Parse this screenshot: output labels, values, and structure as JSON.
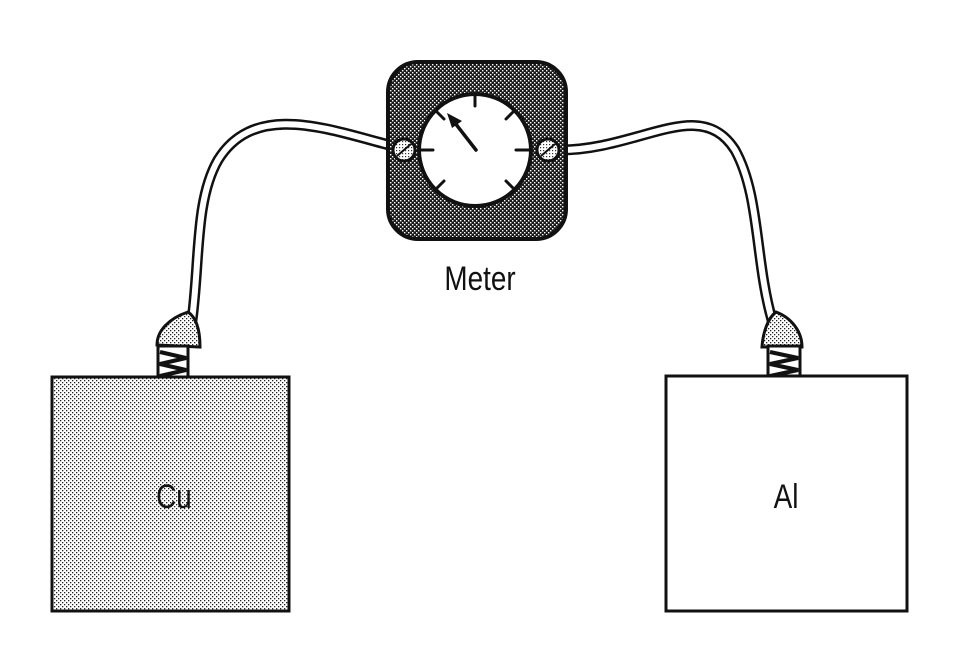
{
  "diagram": {
    "meter_label": "Meter",
    "left_block_label": "Cu",
    "right_block_label": "Al"
  },
  "colors": {
    "ink": "#111111",
    "paper": "#ffffff"
  },
  "icons": {
    "meter": "meter-dial-icon",
    "terminal": "screw-terminal-icon"
  }
}
